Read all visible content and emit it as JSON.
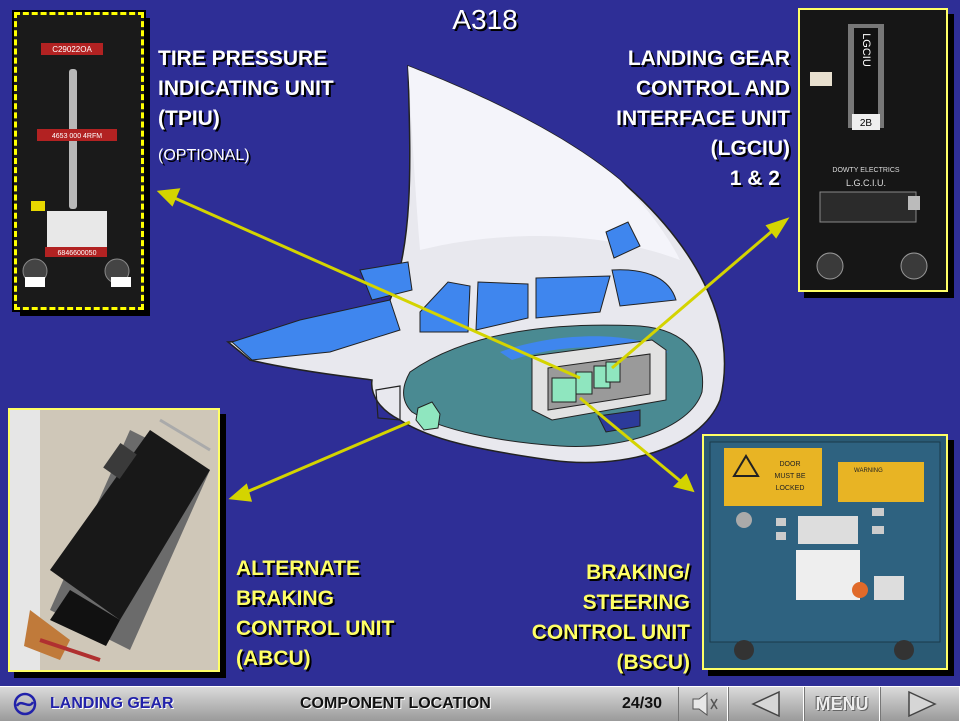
{
  "slide": {
    "title": "A318",
    "labels": {
      "tpiu": [
        "TIRE PRESSURE",
        "INDICATING  UNIT",
        "(TPIU)"
      ],
      "tpiu_note": "(OPTIONAL)",
      "lgciu": [
        "LANDING GEAR",
        "CONTROL AND",
        "INTERFACE UNIT",
        "(LGCIU)",
        "1 & 2"
      ],
      "abcu": [
        "ALTERNATE",
        "BRAKING",
        "CONTROL UNIT",
        "(ABCU)"
      ],
      "bscu": [
        "BRAKING/",
        "STEERING",
        "CONTROL UNIT",
        "(BSCU)"
      ]
    },
    "photo_text": {
      "tpiu_tag_top": "C29022OA",
      "tpiu_tag_mid": "4653 000 4RFM",
      "tpiu_tag_bottom": "6846600050",
      "lgciu_vertical": "LGCIU",
      "lgciu_slot": "2B",
      "lgciu_maker": "DOWTY ELECTRICS",
      "lgciu_plate": "L.G.C.I.U.",
      "bscu_door_1": "DOOR",
      "bscu_door_2": "MUST BE",
      "bscu_door_3": "LOCKED",
      "bscu_warning": "WARNING"
    }
  },
  "footer": {
    "section": "LANDING GEAR",
    "topic": "COMPONENT LOCATION",
    "page": "24/30",
    "menu": "MENU",
    "icons": [
      "airbus-logo-icon",
      "sound-icon",
      "previous-icon",
      "next-icon"
    ]
  },
  "colors": {
    "background": "#2e2e96",
    "callout_arrow": "#d4d400",
    "label_yellow": "#ffff66",
    "frame_yellow": "#ffff00"
  }
}
